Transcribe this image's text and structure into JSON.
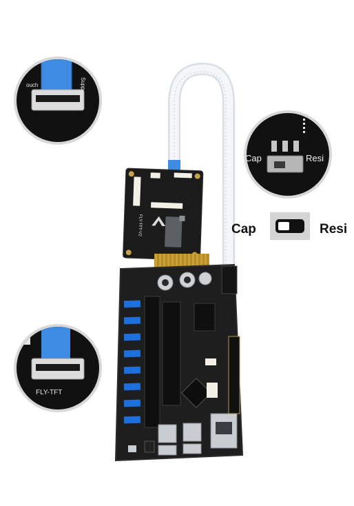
{
  "legend": {
    "cap_label": "Cap",
    "resi_label": "Resi"
  },
  "zoom_bottom_left": {
    "silkscreen_text": "FLY-TFT"
  },
  "zoom_top_left": {
    "silkscreen_text_a": "Supp",
    "silkscreen_text_b": "ouch"
  },
  "zoom_right": {
    "cap_label": "Cap",
    "resi_label": "Resi"
  },
  "tft_board": {
    "silkscreen_text": "FLY-TFT-V2"
  },
  "colors": {
    "pcb_black": "#1b1b1b",
    "connector_blue": "#1e6fd9",
    "ribbon_white": "#e8edf2",
    "gold_flex": "#c9a13a",
    "screw_gold": "#c8a24a"
  }
}
